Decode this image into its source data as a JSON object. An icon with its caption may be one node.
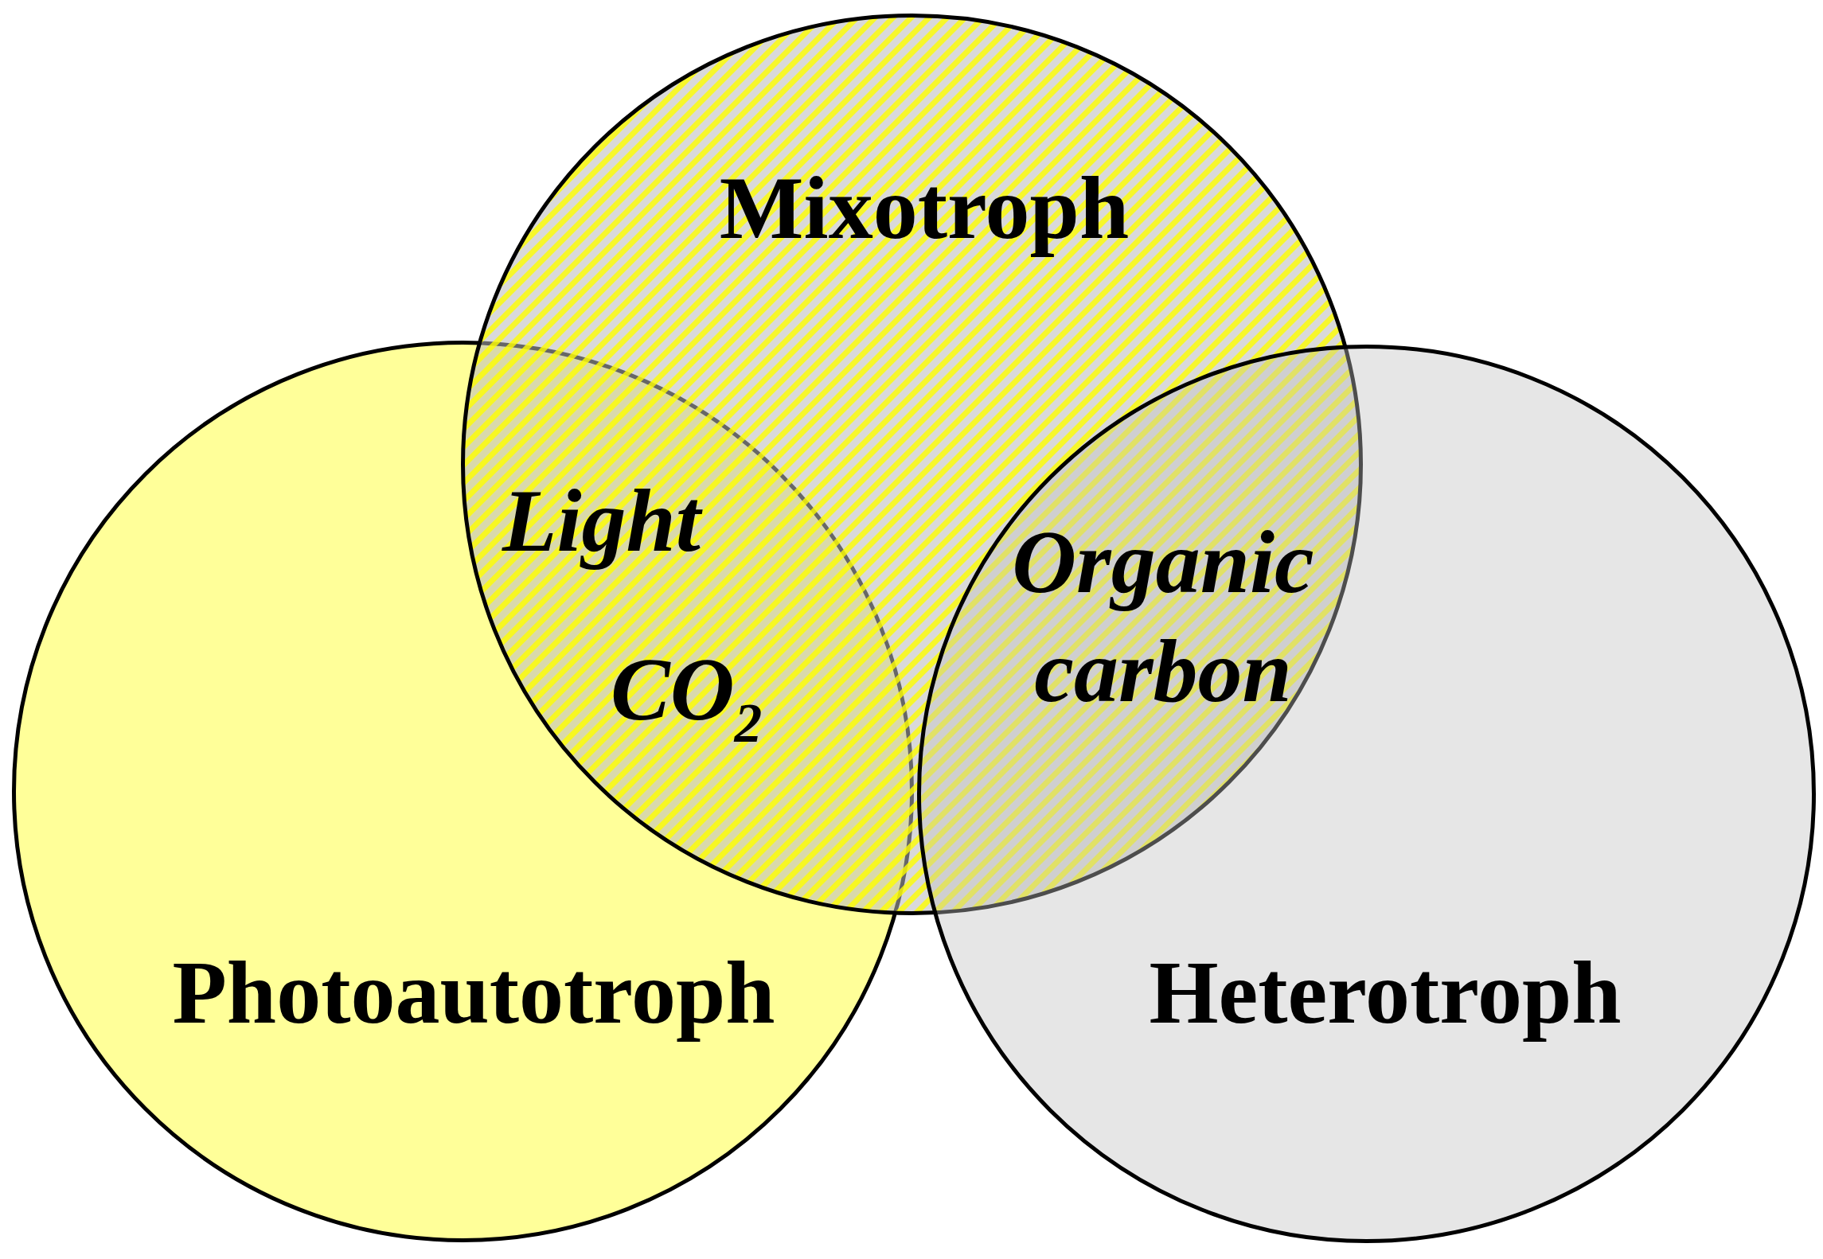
{
  "diagram": {
    "nodes": [
      {
        "text": [
          "Mixotroph"
        ]
      },
      {
        "text": [
          "Photoautotroph"
        ]
      },
      {
        "text": [
          "Heterotroph"
        ]
      }
    ],
    "labels": [
      "Light",
      "CO$_{2}$",
      "Organic carbon"
    ]
  }
}
